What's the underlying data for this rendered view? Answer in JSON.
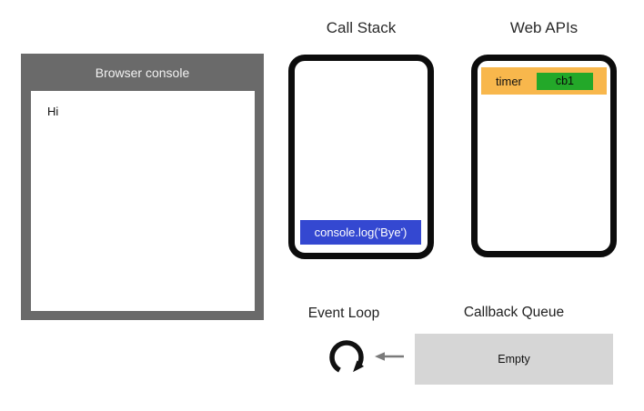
{
  "sections": {
    "browser_console": {
      "title": "Browser console",
      "lines": [
        "Hi"
      ]
    },
    "call_stack": {
      "title": "Call Stack",
      "frames": [
        {
          "label": "console.log('Bye')",
          "color": "#3448d1"
        }
      ]
    },
    "web_apis": {
      "title": "Web APIs",
      "items": [
        {
          "label": "timer",
          "color": "#f8b74c",
          "callback": "cb1",
          "callback_color": "#23a829"
        }
      ]
    },
    "event_loop": {
      "title": "Event Loop",
      "icon": "loop-arrow-icon"
    },
    "callback_queue": {
      "title": "Callback Queue",
      "content": "Empty",
      "color": "#d6d6d6"
    }
  },
  "colors": {
    "console_frame": "#6a6a6a",
    "box_border": "#0c0c0c",
    "arrow_gray": "#7a7a7a",
    "background": "#ffffff"
  }
}
